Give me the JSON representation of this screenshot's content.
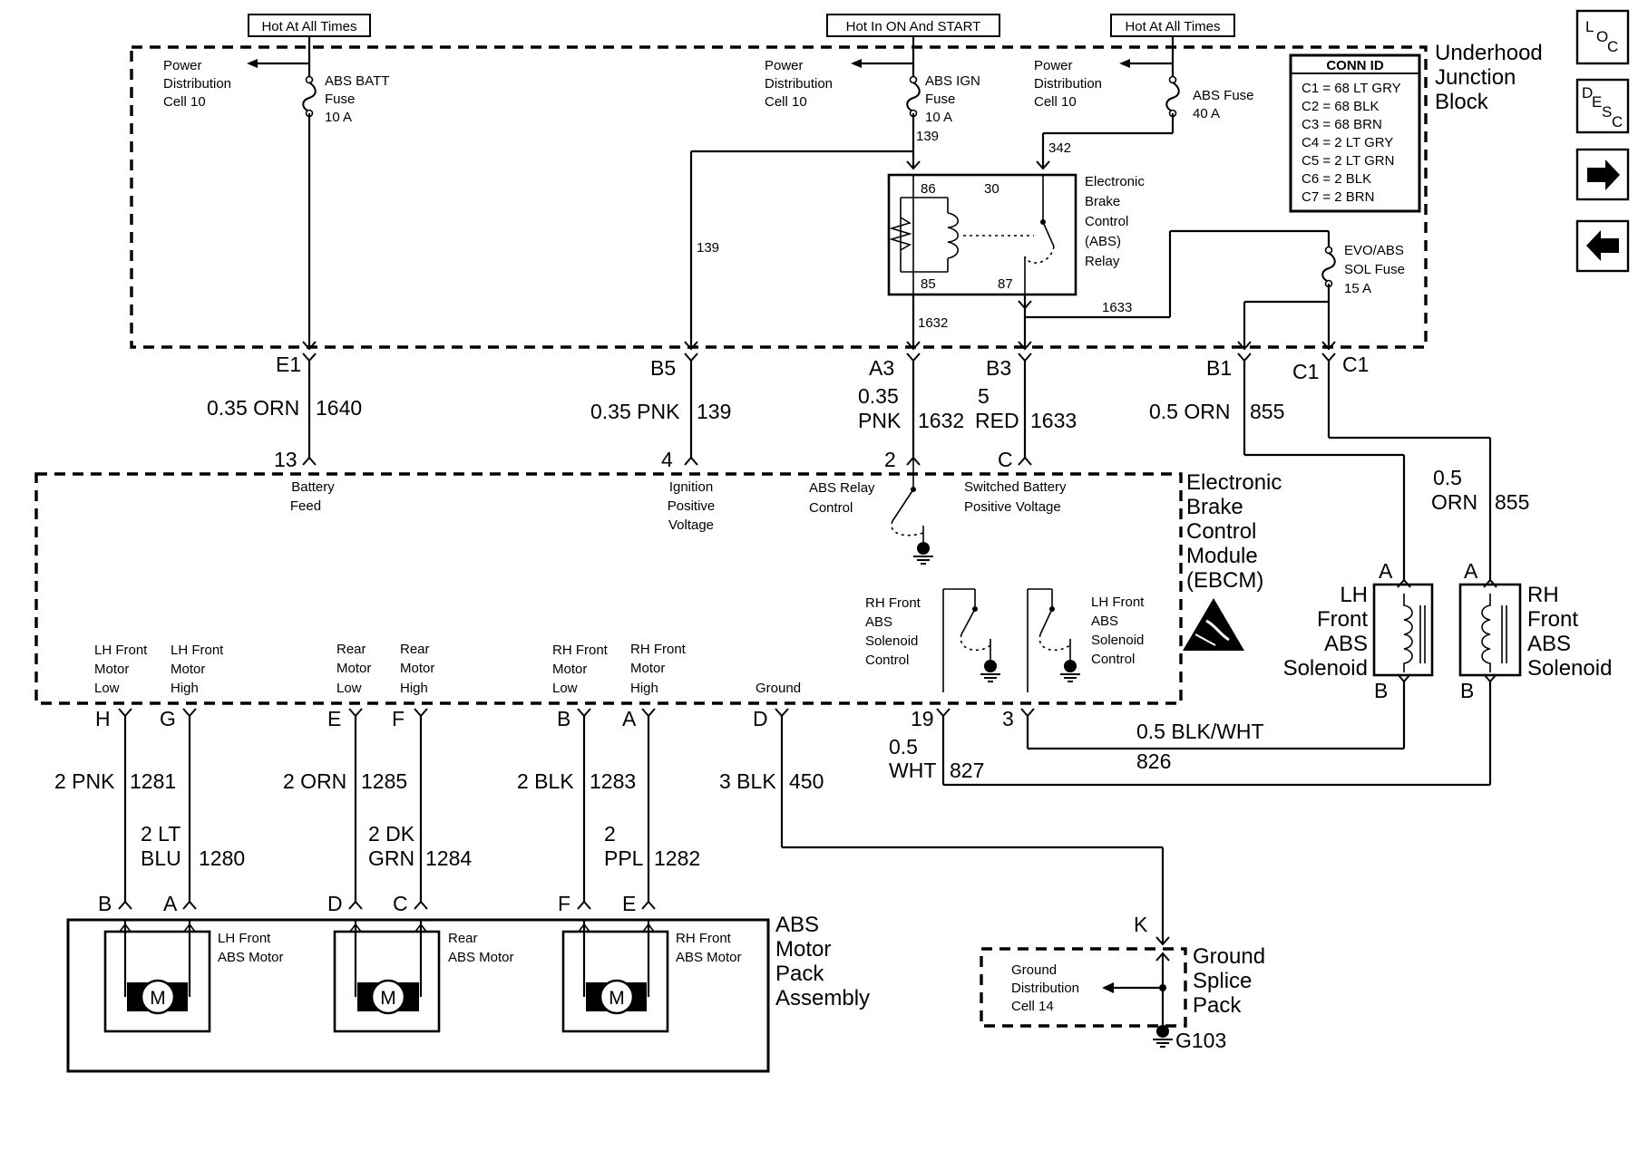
{
  "sources": {
    "hot_left": "Hot At All Times",
    "hot_on_start": "Hot In ON And START",
    "hot_right": "Hot At All Times"
  },
  "junction_block": {
    "title": [
      "Underhood",
      "Junction",
      "Block"
    ],
    "pdc_left": [
      "Power",
      "Distribution",
      "Cell 10"
    ],
    "pdc_mid": [
      "Power",
      "Distribution",
      "Cell 10"
    ],
    "pdc_right": [
      "Power",
      "Distribution",
      "Cell 10"
    ],
    "fuse_batt": [
      "ABS BATT",
      "Fuse",
      "10 A"
    ],
    "fuse_ign": [
      "ABS IGN",
      "Fuse",
      "10 A"
    ],
    "fuse_abs": [
      "ABS Fuse",
      "40 A"
    ],
    "fuse_sol": [
      "EVO/ABS",
      "SOL Fuse",
      "15 A"
    ],
    "relay": [
      "Electronic",
      "Brake",
      "Control",
      "(ABS)",
      "Relay"
    ],
    "relay_pins": {
      "p86": "86",
      "p85": "85",
      "p30": "30",
      "p87": "87"
    },
    "circuits": {
      "c139a": "139",
      "c139b": "139",
      "c342": "342",
      "c1632": "1632",
      "c1633": "1633"
    },
    "conn_id": {
      "title": "CONN ID",
      "rows": [
        "C1 = 68 LT GRY",
        "C2 = 68 BLK",
        "C3 = 68 BRN",
        "C4 = 2 LT GRY",
        "C5 = 2 LT GRN",
        "C6 = 2 BLK",
        "C7 = 2 BRN"
      ]
    }
  },
  "connectors": {
    "e1": "E1",
    "b5": "B5",
    "a3": "A3",
    "b3": "B3",
    "b1": "B1",
    "c1a": "C1",
    "c1b": "C1"
  },
  "wires": {
    "w1640": {
      "color": "0.35 ORN",
      "circuit": "1640"
    },
    "w139": {
      "color": "0.35 PNK",
      "circuit": "139"
    },
    "w1632": {
      "color1": "0.35",
      "color2": "PNK",
      "circuit": "1632"
    },
    "w1633": {
      "color1": "5",
      "color2": "RED",
      "circuit": "1633"
    },
    "w855a": {
      "color": "0.5 ORN",
      "circuit": "855"
    },
    "w855b": {
      "color1": "0.5",
      "color2": "ORN",
      "circuit": "855"
    },
    "w1281": {
      "color": "2 PNK",
      "circuit": "1281"
    },
    "w1280": {
      "color1": "2 LT",
      "color2": "BLU",
      "circuit": "1280"
    },
    "w1285": {
      "color": "2 ORN",
      "circuit": "1285"
    },
    "w1284": {
      "color1": "2 DK",
      "color2": "GRN",
      "circuit": "1284"
    },
    "w1283": {
      "color": "2 BLK",
      "circuit": "1283"
    },
    "w1282": {
      "color1": "2",
      "color2": "PPL",
      "circuit": "1282"
    },
    "w450": {
      "color": "3 BLK",
      "circuit": "450"
    },
    "w826": {
      "color": "0.5 BLK/WHT",
      "circuit": "826"
    },
    "w827": {
      "color1": "0.5",
      "color2": "WHT",
      "circuit": "827"
    }
  },
  "ebcm": {
    "title": [
      "Electronic",
      "Brake",
      "Control",
      "Module",
      "(EBCM)"
    ],
    "pins_top": {
      "p13": "13",
      "p4": "4",
      "p2": "2",
      "pC": "C"
    },
    "labels_top": {
      "battery": [
        "Battery",
        "Feed"
      ],
      "ignition": [
        "Ignition",
        "Positive",
        "Voltage"
      ],
      "relay_ctl": [
        "ABS Relay",
        "Control"
      ],
      "switched": [
        "Switched Battery",
        "Positive Voltage"
      ]
    },
    "rh_sol_ctl": [
      "RH Front",
      "ABS",
      "Solenoid",
      "Control"
    ],
    "lh_sol_ctl": [
      "LH Front",
      "ABS",
      "Solenoid",
      "Control"
    ],
    "labels_bottom": {
      "lh_low": [
        "LH Front",
        "Motor",
        "Low"
      ],
      "lh_high": [
        "LH Front",
        "Motor",
        "High"
      ],
      "rear_low": [
        "Rear",
        "Motor",
        "Low"
      ],
      "rear_high": [
        "Rear",
        "Motor",
        "High"
      ],
      "rh_low": [
        "RH Front",
        "Motor",
        "Low"
      ],
      "rh_high": [
        "RH Front",
        "Motor",
        "High"
      ],
      "ground": "Ground"
    },
    "pins_bottom": {
      "H": "H",
      "G": "G",
      "E": "E",
      "F": "F",
      "B": "B",
      "A": "A",
      "D": "D",
      "p19": "19",
      "p3": "3"
    }
  },
  "solenoids": {
    "lh": {
      "label": [
        "LH",
        "Front",
        "ABS",
        "Solenoid"
      ],
      "pinA": "A",
      "pinB": "B"
    },
    "rh": {
      "label": [
        "RH",
        "Front",
        "ABS",
        "Solenoid"
      ],
      "pinA": "A",
      "pinB": "B"
    }
  },
  "motor_pack": {
    "title": [
      "ABS",
      "Motor",
      "Pack",
      "Assembly"
    ],
    "motor_symbol": "M",
    "lh": {
      "label": [
        "LH Front",
        "ABS Motor"
      ],
      "pin1": "B",
      "pin2": "A"
    },
    "rear": {
      "label": [
        "Rear",
        "ABS Motor"
      ],
      "pin1": "D",
      "pin2": "C"
    },
    "rh": {
      "label": [
        "RH Front",
        "ABS Motor"
      ],
      "pin1": "F",
      "pin2": "E"
    }
  },
  "ground_splice": {
    "title": [
      "Ground",
      "Splice",
      "Pack"
    ],
    "pin": "K",
    "dist": [
      "Ground",
      "Distribution",
      "Cell 14"
    ],
    "ground": "G103"
  },
  "nav": {
    "loc": {
      "l1": "L",
      "l2": "O",
      "l3": "C"
    },
    "desc": {
      "l1": "D",
      "l2": "E",
      "l3": "S",
      "l4": "C"
    }
  }
}
